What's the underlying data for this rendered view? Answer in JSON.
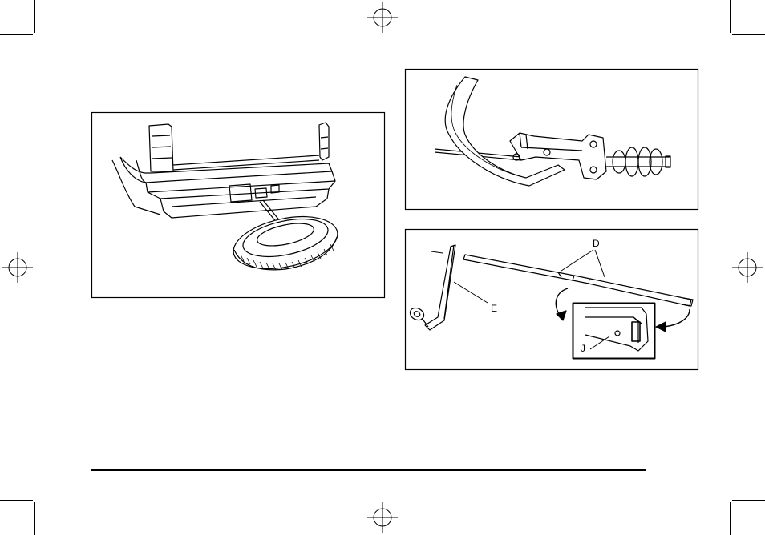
{
  "page": {
    "crop_marks": [
      "top-left",
      "top-right",
      "bottom-left",
      "bottom-right"
    ],
    "registration_marks": [
      "top-center",
      "bottom-center",
      "left-middle",
      "right-middle"
    ]
  },
  "figures": {
    "spare_tire": {
      "subject": "spare-tire-under-vehicle"
    },
    "hoist": {
      "subject": "spare-tire-hoist-mechanism"
    },
    "tools": {
      "subject": "jack-tools",
      "labels": {
        "extension": "D",
        "wrench": "E",
        "detail": "J"
      }
    }
  },
  "footer": {
    "rule_color": "#000000"
  }
}
